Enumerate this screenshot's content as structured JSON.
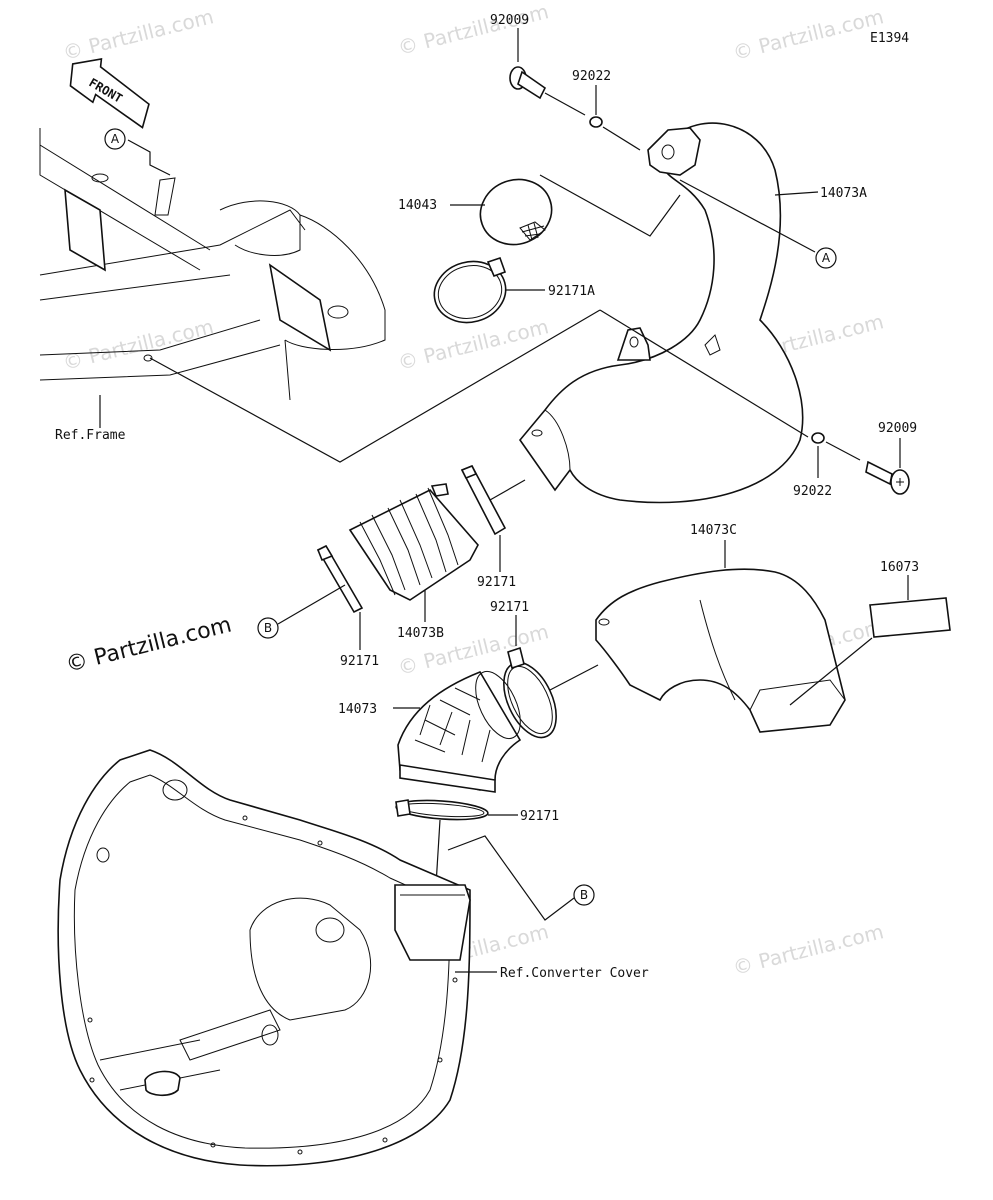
{
  "diagram_code": "E1394",
  "front_label": "FRONT",
  "watermark": "© Partzilla.com",
  "parts": {
    "p92009_top": "92009",
    "p92022_top": "92022",
    "p14073A": "14073A",
    "p14043": "14043",
    "p92171A": "92171A",
    "p92009_right": "92009",
    "p92022_right": "92022",
    "p14073C": "14073C",
    "p16073": "16073",
    "p92171_a": "92171",
    "p92171_b": "92171",
    "p92171_c": "92171",
    "p14073B": "14073B",
    "p14073": "14073",
    "p92171_d": "92171"
  },
  "refs": {
    "frame": "Ref.Frame",
    "converter_cover": "Ref.Converter Cover"
  },
  "callouts": {
    "a1": "A",
    "a2": "A",
    "b1": "B",
    "b2": "B"
  },
  "colors": {
    "line": "#111111",
    "watermark": "#d9d9d9",
    "background": "#ffffff"
  }
}
